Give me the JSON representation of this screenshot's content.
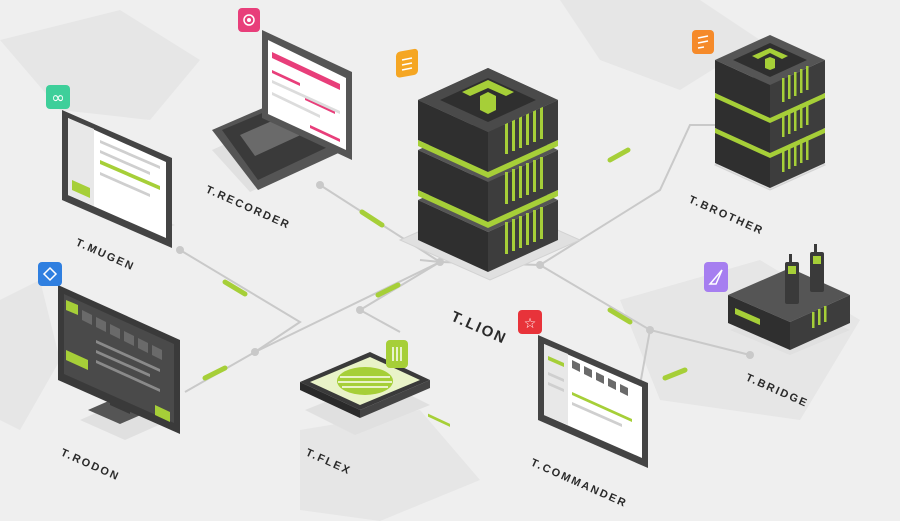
{
  "colors": {
    "background": "#efefef",
    "line": "#c9c9c9",
    "accent_green": "#a6cf38",
    "dark": "#3a3a3a",
    "badge_mugen": "#3ecf9a",
    "badge_recorder": "#e83e7a",
    "badge_lion": "#f5a623",
    "badge_brother": "#f58a2a",
    "badge_rodon": "#2f7fe0",
    "badge_flex": "#a6cf38",
    "badge_commander": "#e8333a",
    "badge_bridge": "#a67ef0"
  },
  "nodes": {
    "mugen": {
      "label": "T.MUGEN",
      "icon": "infinity-icon"
    },
    "recorder": {
      "label": "T.RECORDER",
      "icon": "record-icon"
    },
    "lion": {
      "label": "T.LION",
      "icon": "list-icon"
    },
    "brother": {
      "label": "T.BROTHER",
      "icon": "list-icon"
    },
    "rodon": {
      "label": "T.RODON",
      "icon": "diamond-icon"
    },
    "flex": {
      "label": "T.FLEX",
      "icon": "bars-icon"
    },
    "commander": {
      "label": "T.COMMANDER",
      "icon": "star-icon"
    },
    "bridge": {
      "label": "T.BRIDGE",
      "icon": "triangle-icon"
    }
  }
}
